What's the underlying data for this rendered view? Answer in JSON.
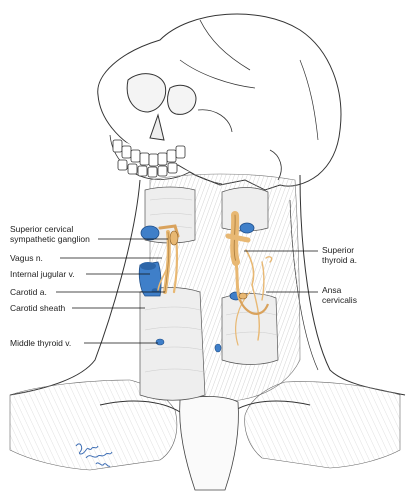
{
  "labels": {
    "superior_cervical_ganglion_line1": "Superior cervical",
    "superior_cervical_ganglion_line2": "sympathetic ganglion",
    "vagus_nerve": "Vagus n.",
    "internal_jugular_vein": "Internal jugular v.",
    "carotid_artery": "Carotid a.",
    "carotid_sheath": "Carotid sheath",
    "middle_thyroid_vein": "Middle thyroid v.",
    "superior_thyroid_artery_line1": "Superior",
    "superior_thyroid_artery_line2": "thyroid a.",
    "ansa_cervicalis_line1": "Ansa",
    "ansa_cervicalis_line2": "cervicalis"
  },
  "colors": {
    "vein": "#3f7fc9",
    "nerve": "#e8b873",
    "artery": "#d9a25c",
    "sheath": "#eeeeee",
    "outline": "#333333"
  },
  "icons": {
    "signature": "artist-signature-icon"
  }
}
